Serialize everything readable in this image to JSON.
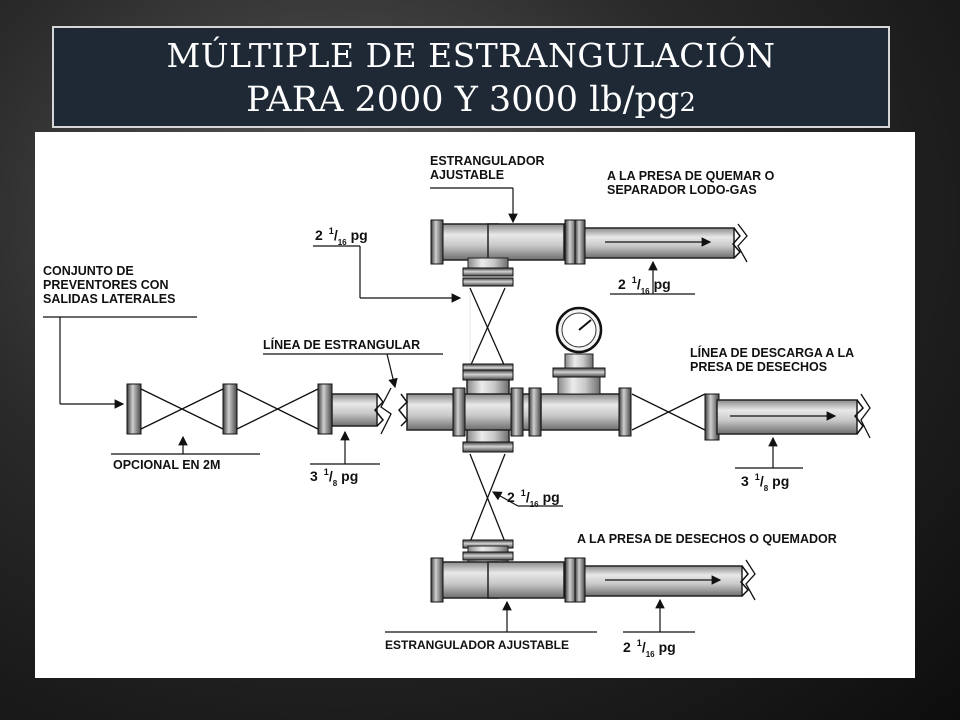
{
  "title": {
    "line1": "MÚLTIPLE DE ESTRANGULACIÓN",
    "line2": "PARA 2000 Y 3000 lb/pg",
    "line2_sub": "2"
  },
  "labels": {
    "estrangulador_top_1": "ESTRANGULADOR",
    "estrangulador_top_2": "AJUSTABLE",
    "presa_quemar_1": "A LA PRESA DE QUEMAR O",
    "presa_quemar_2": "SEPARADOR LODO-GAS",
    "conjunto_1": "CONJUNTO DE",
    "conjunto_2": "PREVENTORES CON",
    "conjunto_3": "SALIDAS LATERALES",
    "linea_estrangular": "LÍNEA DE ESTRANGULAR",
    "linea_descarga_1": "LÍNEA DE DESCARGA A  LA",
    "linea_descarga_2": "PRESA DE DESECHOS",
    "opcional": "OPCIONAL EN 2M",
    "presa_desechos_quemador": "A  LA PRESA DE DESECHOS O QUEMADOR",
    "estrangulador_bottom": "ESTRANGULADOR AJUSTABLE"
  },
  "sizes": {
    "s1": {
      "whole": "2",
      "num": "1",
      "den": "16",
      "unit": "pg"
    },
    "s2": {
      "whole": "2",
      "num": "1",
      "den": "16",
      "unit": "pg"
    },
    "s3": {
      "whole": "3",
      "num": "1",
      "den": "8",
      "unit": "pg"
    },
    "s4": {
      "whole": "3",
      "num": "1",
      "den": "8",
      "unit": "pg"
    },
    "s5": {
      "whole": "2",
      "num": "1",
      "den": "16",
      "unit": "pg"
    },
    "s6": {
      "whole": "2",
      "num": "1",
      "den": "16",
      "unit": "pg"
    }
  }
}
